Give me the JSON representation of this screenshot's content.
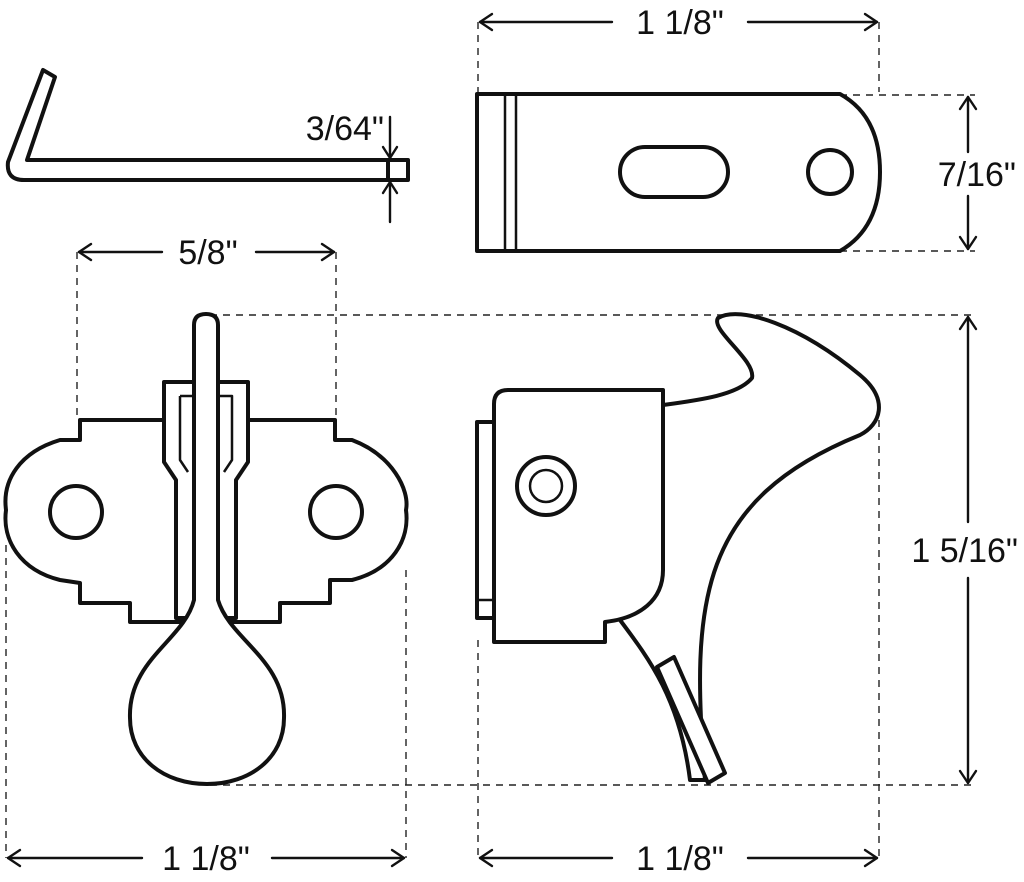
{
  "colors": {
    "line": "#111111",
    "background": "#ffffff"
  },
  "dimensions": {
    "top_width": "1 1/8\"",
    "thickness": "3/64\"",
    "strike_height": "7/16\"",
    "escutcheon_width": "5/8\"",
    "latch_height": "1 5/16\"",
    "bottom_left_width": "1 1/8\"",
    "bottom_right_width": "1 1/8\""
  }
}
